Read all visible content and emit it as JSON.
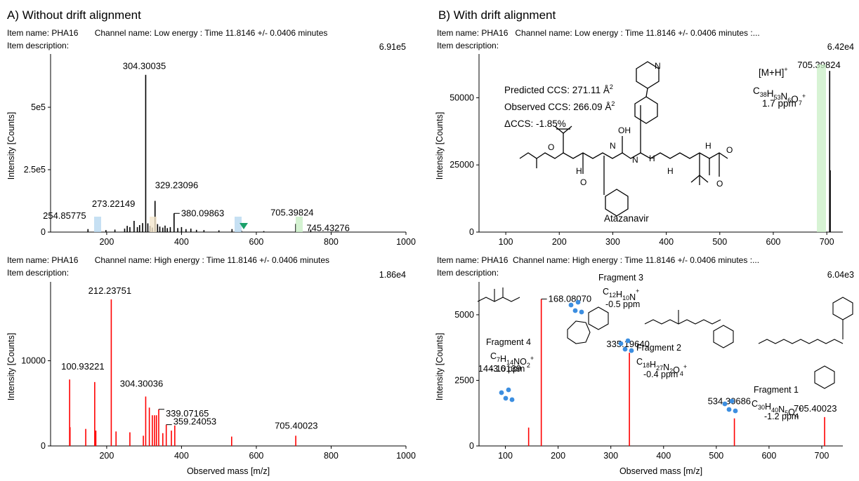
{
  "panels": [
    {
      "id": "A",
      "title": "A) Without drift alignment",
      "header": {
        "top_line": "Item name: PHA16       Channel name: Low energy : Time 11.8146 +/- 0.0406 minutes",
        "top_desc": "Item description:",
        "bottom_line": "Item name: PHA16       Channel name: High energy : Time 11.8146 +/- 0.0406 minutes",
        "bottom_desc": "Item description:"
      }
    },
    {
      "id": "B",
      "title": "B) With drift alignment",
      "header": {
        "top_line": "Item name: PHA16   Channel name: Low energy : Time 11.8146 +/- 0.0406 minutes :...",
        "top_desc": "Item description:",
        "bottom_line": "Item name: PHA16  Channel name: High energy : Time 11.8146 +/- 0.0406 minutes :...",
        "bottom_desc": "Item description:"
      }
    }
  ],
  "annotations": {
    "ccs_predicted": "Predicted CCS: 271.11 Å",
    "ccs_observed": "Observed CCS: 266.09 Å",
    "ccs_delta": "ΔCCS: -1.85%",
    "ccs_sup": "2",
    "molecule_name": "Atazanavir",
    "ion_label": "[M+H]",
    "ion_formula": "C38H53N6O7+",
    "ion_ppm": "1.7 ppm",
    "fragments": [
      {
        "name": "Fragment 1",
        "formula": "C30H40N5O4+",
        "ppm": "-1.2 ppm"
      },
      {
        "name": "Fragment 2",
        "formula": "C18H27N2O4+",
        "ppm": "-0.4 ppm"
      },
      {
        "name": "Fragment 3",
        "formula": "C12H10N+",
        "ppm": "-0.5 ppm"
      },
      {
        "name": "Fragment 4",
        "formula": "C7H14NO2+",
        "ppm": "-3.6 ppm"
      }
    ]
  },
  "chart_data": [
    {
      "id": "A_low",
      "type": "bar",
      "title": "",
      "xlabel": "",
      "ylabel": "Intensity [Counts]",
      "xlim": [
        50,
        1000
      ],
      "ylim": [
        0,
        691000
      ],
      "max_label": "6.91e5",
      "xticks": [
        200,
        400,
        600,
        800,
        1000
      ],
      "yticks": [
        0,
        250000,
        500000
      ],
      "ytick_labels": [
        "0",
        "2.5e5",
        "5e5"
      ],
      "color": "#000000",
      "peaks": [
        {
          "x": 150,
          "y": 12000
        },
        {
          "x": 198,
          "y": 8000
        },
        {
          "x": 222,
          "y": 10000
        },
        {
          "x": 248,
          "y": 14000
        },
        {
          "x": 254.85775,
          "y": 25000,
          "label": "254.85775"
        },
        {
          "x": 262,
          "y": 20000
        },
        {
          "x": 273.22149,
          "y": 45000,
          "label": "273.22149"
        },
        {
          "x": 282,
          "y": 20000
        },
        {
          "x": 288,
          "y": 28000
        },
        {
          "x": 296,
          "y": 36000
        },
        {
          "x": 304.30035,
          "y": 630000,
          "label": "304.30035"
        },
        {
          "x": 310,
          "y": 35000
        },
        {
          "x": 316,
          "y": 25000
        },
        {
          "x": 322,
          "y": 18000
        },
        {
          "x": 329.23096,
          "y": 125000,
          "label": "329.23096"
        },
        {
          "x": 336,
          "y": 32000
        },
        {
          "x": 342,
          "y": 22000
        },
        {
          "x": 350,
          "y": 18000
        },
        {
          "x": 356,
          "y": 26000
        },
        {
          "x": 362,
          "y": 16000
        },
        {
          "x": 370,
          "y": 20000
        },
        {
          "x": 380.09863,
          "y": 75000,
          "label": "380.09863"
        },
        {
          "x": 390,
          "y": 16000
        },
        {
          "x": 400,
          "y": 20000
        },
        {
          "x": 412,
          "y": 12000
        },
        {
          "x": 425,
          "y": 14000
        },
        {
          "x": 440,
          "y": 9000
        },
        {
          "x": 460,
          "y": 8000
        },
        {
          "x": 500,
          "y": 7000
        },
        {
          "x": 535,
          "y": 12000
        },
        {
          "x": 560,
          "y": 6000
        },
        {
          "x": 620,
          "y": 4000
        },
        {
          "x": 705.39824,
          "y": 33000,
          "label": "705.39824"
        },
        {
          "x": 745.43276,
          "y": 10000,
          "label": "745.43276"
        }
      ]
    },
    {
      "id": "A_high",
      "type": "bar",
      "title": "",
      "xlabel": "Observed mass [m/z]",
      "ylabel": "Intensity [Counts]",
      "xlim": [
        50,
        1000
      ],
      "ylim": [
        0,
        18600
      ],
      "max_label": "1.86e4",
      "xticks": [
        200,
        400,
        600,
        800,
        1000
      ],
      "yticks": [
        0,
        10000
      ],
      "ytick_labels": [
        "0",
        "10000"
      ],
      "color": "#ff0000",
      "peaks": [
        {
          "x": 100.93221,
          "y": 7800,
          "label": "100.93221"
        },
        {
          "x": 102,
          "y": 2200
        },
        {
          "x": 144,
          "y": 2000
        },
        {
          "x": 168,
          "y": 7500
        },
        {
          "x": 171,
          "y": 1800
        },
        {
          "x": 212.23751,
          "y": 17200,
          "label": "212.23751"
        },
        {
          "x": 225,
          "y": 1700
        },
        {
          "x": 262,
          "y": 1600
        },
        {
          "x": 298,
          "y": 1200
        },
        {
          "x": 304.30036,
          "y": 5800,
          "label": "304.30036"
        },
        {
          "x": 314,
          "y": 4500
        },
        {
          "x": 322,
          "y": 3600
        },
        {
          "x": 328,
          "y": 3600
        },
        {
          "x": 333,
          "y": 3600
        },
        {
          "x": 339.07165,
          "y": 4300,
          "label": "339.07165"
        },
        {
          "x": 350,
          "y": 1500
        },
        {
          "x": 359.24053,
          "y": 2500,
          "label": "359.24053"
        },
        {
          "x": 373,
          "y": 1800
        },
        {
          "x": 382,
          "y": 2400
        },
        {
          "x": 534,
          "y": 1100
        },
        {
          "x": 705.40023,
          "y": 1200,
          "label": "705.40023"
        }
      ]
    },
    {
      "id": "B_low",
      "type": "bar",
      "title": "",
      "xlabel": "",
      "ylabel": "Intensity [Counts]",
      "xlim": [
        50,
        730
      ],
      "ylim": [
        0,
        64200
      ],
      "max_label": "6.42e4",
      "xticks": [
        100,
        200,
        300,
        400,
        500,
        600,
        700
      ],
      "yticks": [
        0,
        25000,
        50000
      ],
      "ytick_labels": [
        "0",
        "25000",
        "50000"
      ],
      "color": "#000000",
      "peaks": [
        {
          "x": 705.39824,
          "y": 60000,
          "label": "705.39824"
        },
        {
          "x": 706.4,
          "y": 23000
        }
      ]
    },
    {
      "id": "B_high",
      "type": "bar",
      "title": "",
      "xlabel": "Observed mass [m/z]",
      "ylabel": "Intensity [Counts]",
      "xlim": [
        50,
        740
      ],
      "ylim": [
        0,
        6040
      ],
      "max_label": "6.04e3",
      "xticks": [
        100,
        200,
        300,
        400,
        500,
        600,
        700
      ],
      "yticks": [
        0,
        2500,
        5000
      ],
      "ytick_labels": [
        "0",
        "2500",
        "5000"
      ],
      "color": "#ff0000",
      "peaks": [
        {
          "x": 144.10139,
          "y": 700,
          "label": "144.10139"
        },
        {
          "x": 168.0807,
          "y": 5600,
          "label": "168.08070"
        },
        {
          "x": 335.1964,
          "y": 3550,
          "label": "335.19640"
        },
        {
          "x": 534.30686,
          "y": 1050,
          "label": "534.30686"
        },
        {
          "x": 705.40023,
          "y": 1100,
          "label": "705.40023"
        }
      ]
    }
  ]
}
